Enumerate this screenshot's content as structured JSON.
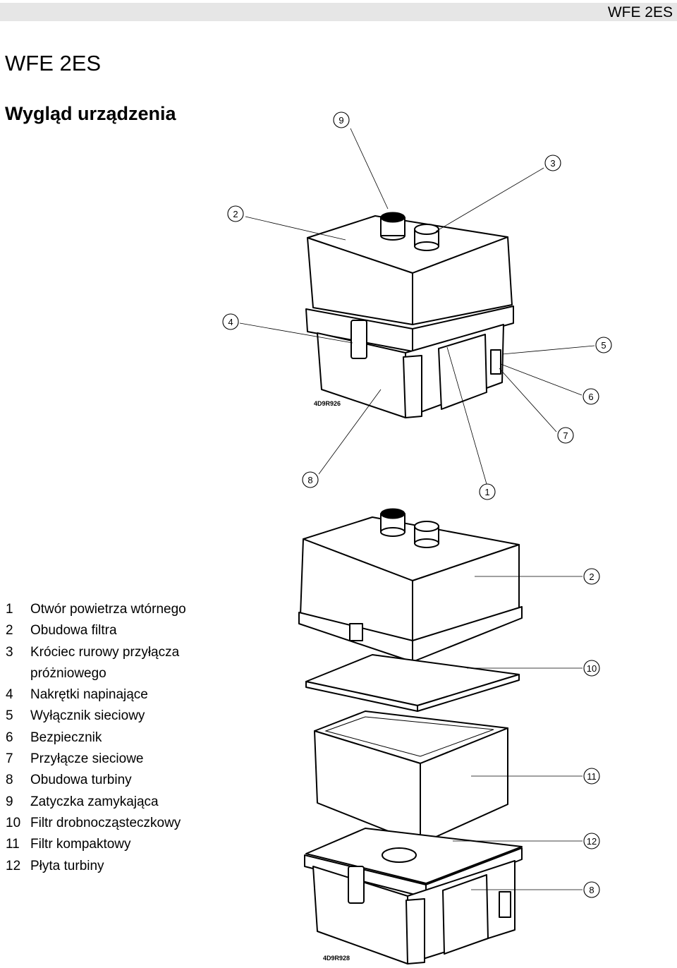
{
  "header": {
    "title": "WFE 2ES"
  },
  "document": {
    "title": "WFE 2ES",
    "section": "Wygląd urządzenia"
  },
  "legend": [
    {
      "num": "1",
      "text": "Otwór powietrza wtórnego"
    },
    {
      "num": "2",
      "text": "Obudowa filtra"
    },
    {
      "num": "3",
      "text": "Króciec rurowy przyłącza próżniowego"
    },
    {
      "num": "4",
      "text": "Nakrętki napinające"
    },
    {
      "num": "5",
      "text": "Wyłącznik sieciowy"
    },
    {
      "num": "6",
      "text": "Bezpiecznik"
    },
    {
      "num": "7",
      "text": "Przyłącze sieciowe"
    },
    {
      "num": "8",
      "text": "Obudowa turbiny"
    },
    {
      "num": "9",
      "text": "Zatyczka zamykająca"
    },
    {
      "num": "10",
      "text": "Filtr drobnocząsteczkowy"
    },
    {
      "num": "11",
      "text": "Filtr kompaktowy"
    },
    {
      "num": "12",
      "text": "Płyta turbiny"
    }
  ],
  "figure_top": {
    "code": "4D9R926",
    "callouts": [
      "9",
      "3",
      "2",
      "4",
      "5",
      "6",
      "7",
      "8",
      "1"
    ]
  },
  "figure_bottom": {
    "code": "4D9R928",
    "callouts": [
      "2",
      "10",
      "11",
      "12",
      "8"
    ]
  }
}
